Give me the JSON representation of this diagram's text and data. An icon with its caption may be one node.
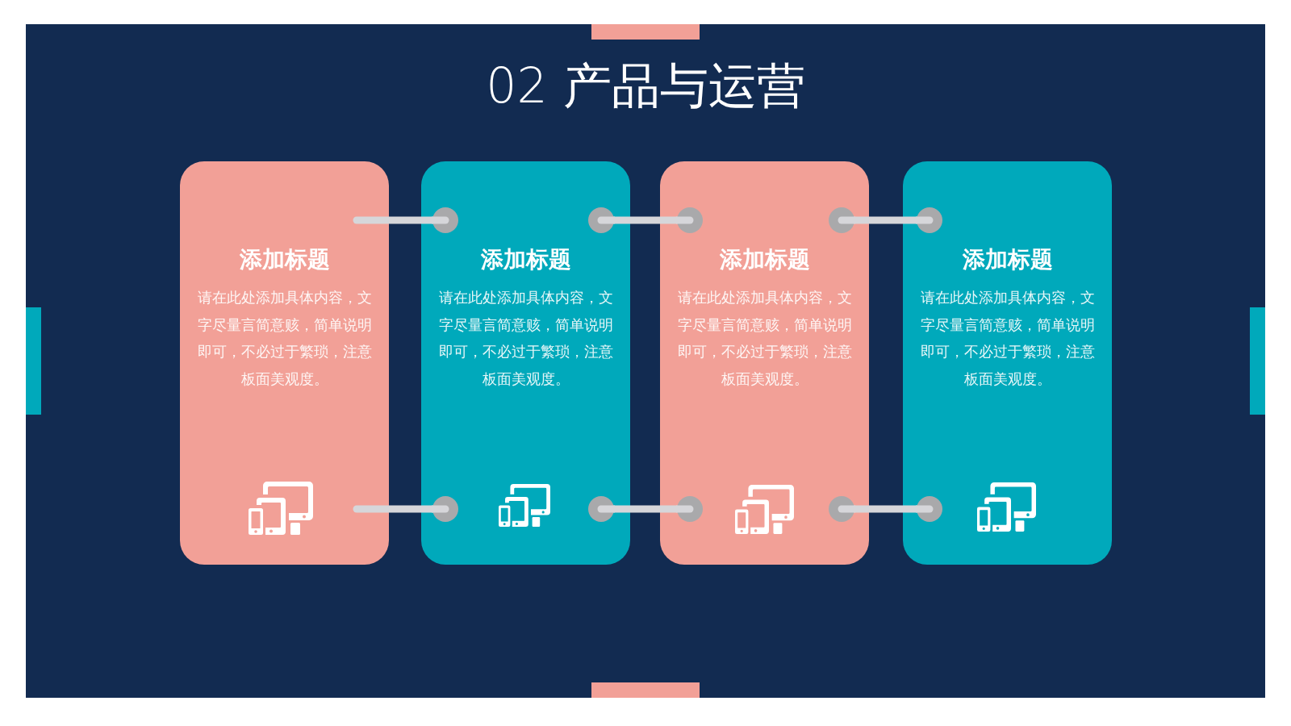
{
  "diagram": {
    "title": "02 产品与运营",
    "nodes": [
      {
        "text": [
          "添加标题",
          "请在此处添加具体内容，文字尽量言简意赅，简单说明即可，不必过于繁琐，注意板面美观度。"
        ]
      },
      {
        "text": [
          "添加标题",
          "请在此处添加具体内容，文字尽量言简意赅，简单说明即可，不必过于繁琐，注意板面美观度。"
        ]
      },
      {
        "text": [
          "添加标题",
          "请在此处添加具体内容，文字尽量言简意赅，简单说明即可，不必过于繁琐，注意板面美观度。"
        ]
      },
      {
        "text": [
          "添加标题",
          "请在此处添加具体内容，文字尽量言简意赅，简单说明即可，不必过于繁琐，注意板面美观度。"
        ]
      }
    ],
    "edges": [
      {
        "from": 0,
        "to": 1,
        "arrow": "other"
      },
      {
        "from": 1,
        "to": 2,
        "arrow": "other"
      },
      {
        "from": 2,
        "to": 3,
        "arrow": "other"
      },
      {
        "from": 0,
        "to": 1,
        "arrow": "other"
      },
      {
        "from": 1,
        "to": 2,
        "arrow": "other"
      },
      {
        "from": 2,
        "to": 3,
        "arrow": "other"
      }
    ]
  }
}
